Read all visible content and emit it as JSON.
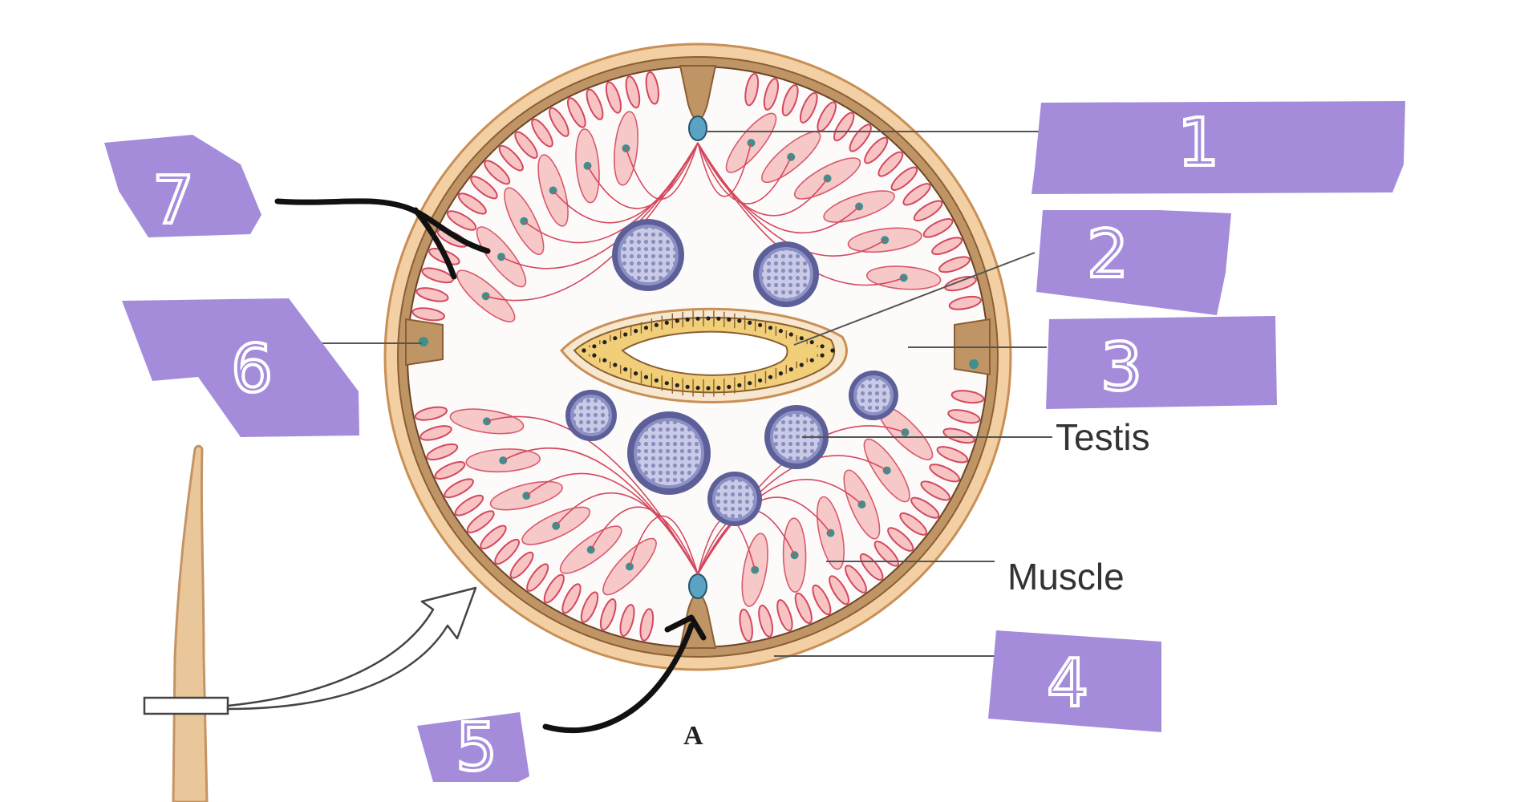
{
  "diagram": {
    "labels": {
      "testis": "Testis",
      "muscle": "Muscle",
      "figure_letter": "A"
    },
    "answer_boxes": [
      {
        "id": "1",
        "text": "1"
      },
      {
        "id": "2",
        "text": "2"
      },
      {
        "id": "3",
        "text": "3"
      },
      {
        "id": "4",
        "text": "4"
      },
      {
        "id": "5",
        "text": "5"
      },
      {
        "id": "6",
        "text": "6"
      },
      {
        "id": "7",
        "text": "7"
      }
    ],
    "colors": {
      "answer_box": "#a48cdb",
      "cuticle": "#f0c89a",
      "epidermis": "#b8895a",
      "muscle": "#d4485e",
      "muscle_fill": "#f7c3c3",
      "gonad": "#7e80b6",
      "intestine": "#f1cf78",
      "pointer": "#111111"
    }
  }
}
